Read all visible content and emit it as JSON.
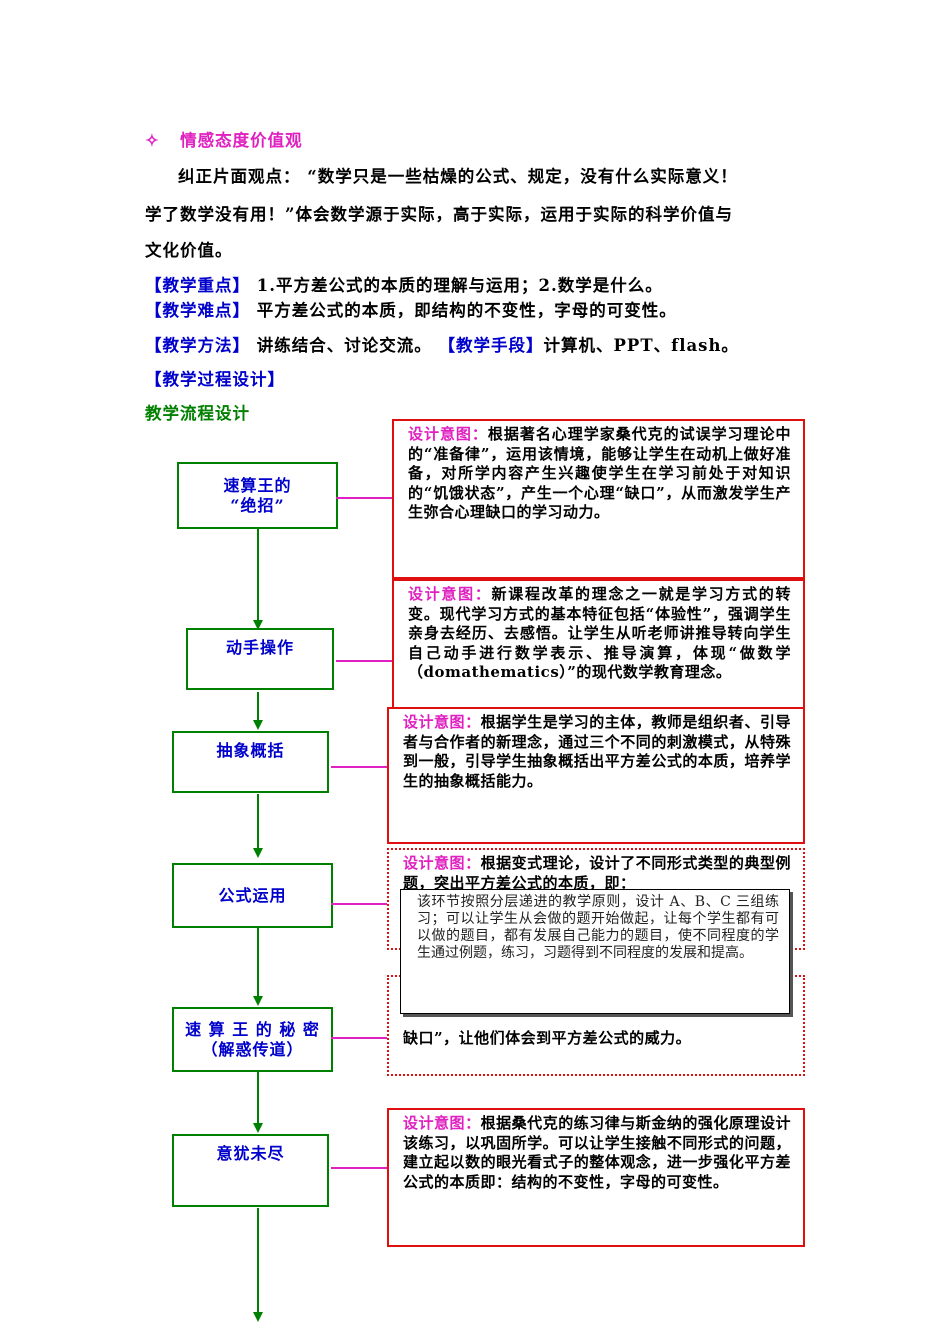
{
  "section": {
    "icon": "diamond-star-icon",
    "title": "情感态度价值观",
    "para_line1": "纠正片面观点：  “数学只是一些枯燥的公式、规定，没有什么实际意义！",
    "para_line2": "学了数学没有用！”体会数学源于实际，高于实际，运用于实际的科学价值与",
    "para_line3": "文化价值。"
  },
  "key": {
    "label": "【教学重点】",
    "text": "1.平方差公式的本质的理解与运用；2.数学是什么。"
  },
  "difficulty": {
    "label": "【教学难点】",
    "text": "平方差公式的本质，即结构的不变性，字母的可变性。"
  },
  "method": {
    "label": "【教学方法】",
    "text": "讲练结合、讨论交流。",
    "tools_label": "【教学手段】",
    "tools_text": "计算机、PPT、flash。"
  },
  "process": {
    "label": "【教学过程设计】"
  },
  "flow_title": "教学流程设计",
  "flow": {
    "step1_line1": "速算王的",
    "step1_line2": "“绝招”",
    "step2": "动手操作",
    "step3": "抽象概括",
    "step4": "公式运用",
    "step5_line1": "速 算 王 的 秘 密",
    "step5_line2": "（解惑传道）",
    "step6": "意犹未尽"
  },
  "notes": {
    "label": "设计意图：",
    "n1": "根据著名心理学家桑代克的试误学习理论中的“准备律”，运用该情境，能够让学生在动机上做好准备，对所学内容产生兴趣使学生在学习前处于对知识的“饥饿状态”，产生一个心理“缺口”，从而激发学生产生弥合心理缺口的学习动力。",
    "n2": "新课程改革的理念之一就是学习方式的转变。现代学习方式的基本特征包括“体验性”，强调学生亲身去经历、去感悟。让学生从听老师讲推导转向学生自己动手进行数学表示、推导演算，体现“做数学（domathematics）”的现代数学教育理念。",
    "n3": "根据学生是学习的主体，教师是组织者、引导者与合作者的新理念，通过三个不同的刺激模式，从特殊到一般，引导学生抽象概括出平方差公式的本质，培养学生的抽象概括能力。",
    "n4": "根据变式理论，设计了不同形式类型的典型例题，突出平方差公式的本质，即：",
    "n5": "缺口”，让他们体会到平方差公式的威力。",
    "n6": "根据桑代克的练习律与斯金纳的强化原理设计该练习，以巩固所学。可以让学生接触不同形式的问题，建立起以数的眼光看式子的整体观念，进一步强化平方差公式的本质即：结构的不变性，字母的可变性。",
    "popup": "该环节按照分层递进的教学原则，设计 A、B、C 三组练习；可以让学生从会做的题开始做起，让每个学生都有可以做的题目，都有发展自己能力的题目，使不同程度的学生通过例题，练习，习题得到不同程度的发展和提高。"
  }
}
